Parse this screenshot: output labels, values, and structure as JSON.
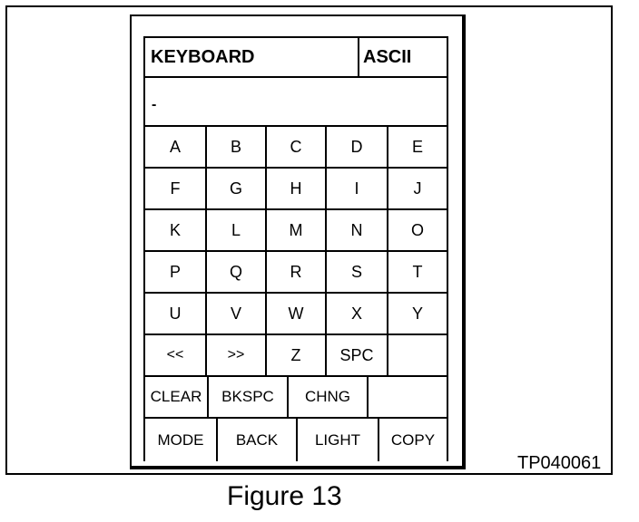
{
  "header": {
    "title": "KEYBOARD",
    "mode": "ASCII"
  },
  "entry": {
    "value": "-"
  },
  "keys": {
    "row1": [
      "A",
      "B",
      "C",
      "D",
      "E"
    ],
    "row2": [
      "F",
      "G",
      "H",
      "I",
      "J"
    ],
    "row3": [
      "K",
      "L",
      "M",
      "N",
      "O"
    ],
    "row4": [
      "P",
      "Q",
      "R",
      "S",
      "T"
    ],
    "row5": [
      "U",
      "V",
      "W",
      "X",
      "Y"
    ],
    "row6": [
      "<<",
      ">>",
      "Z",
      "SPC",
      ""
    ],
    "row7": [
      "CLEAR",
      "BKSPC",
      "CHNG",
      ""
    ],
    "row8": [
      "MODE",
      "BACK",
      "LIGHT",
      "COPY"
    ]
  },
  "figure": {
    "id": "TP040061",
    "caption": "Figure 13"
  }
}
